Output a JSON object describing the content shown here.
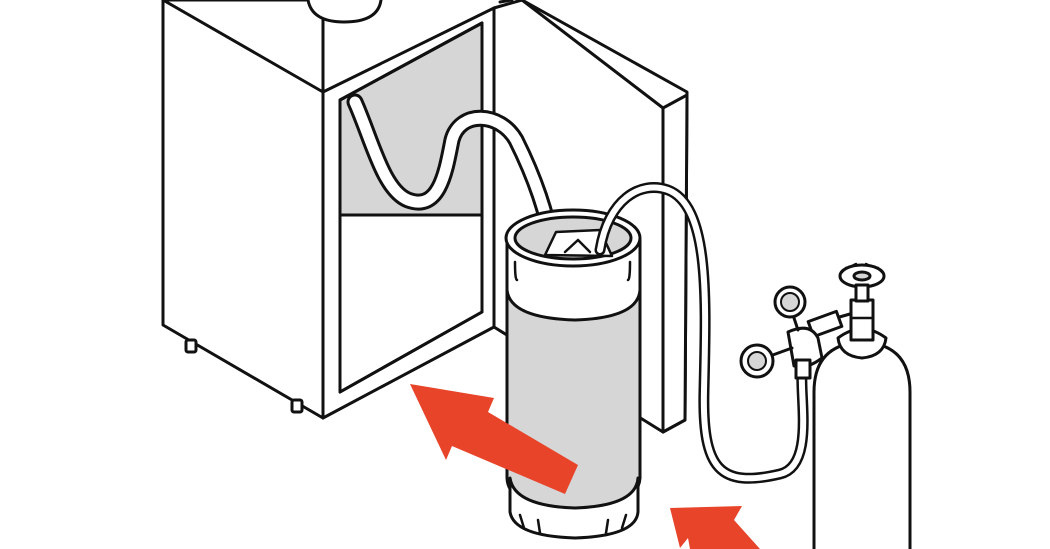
{
  "illustration": {
    "subject": "kegerator-installation",
    "colors": {
      "outline": "#111111",
      "fill_white": "#ffffff",
      "fill_gray": "#d6d6d6",
      "arrow": "#e8442a"
    },
    "components": [
      "kegerator-cabinet",
      "open-door",
      "beer-keg",
      "beer-line-hose",
      "gas-line-hose",
      "co2-regulator",
      "pressure-gauge",
      "co2-tank"
    ],
    "arrow_count": 2
  }
}
